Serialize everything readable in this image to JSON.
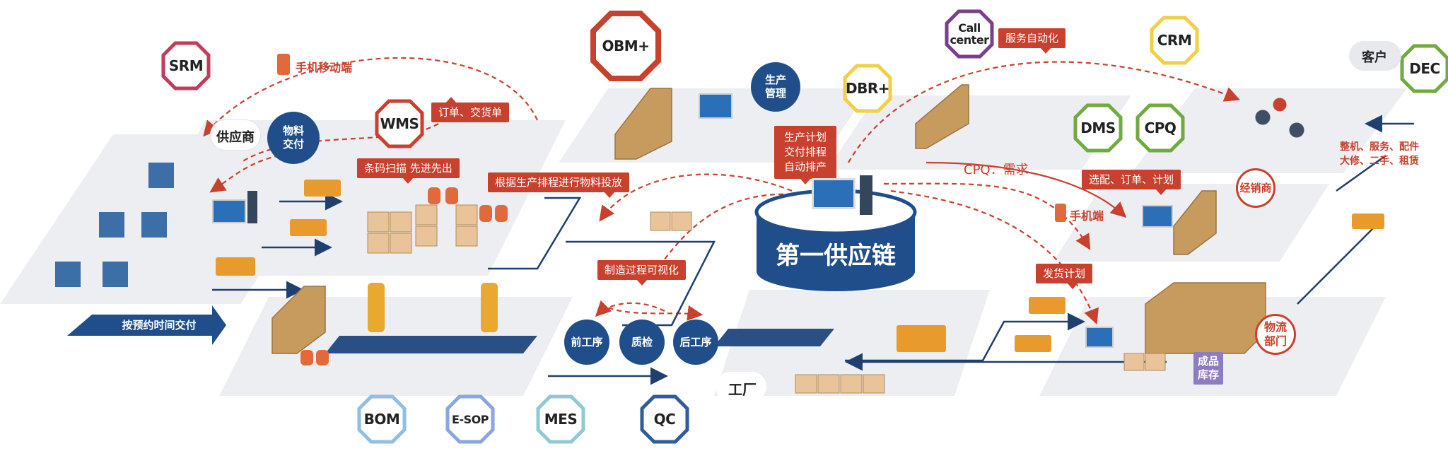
{
  "systems": {
    "srm": "SRM",
    "wms": "WMS",
    "obm": "OBM+",
    "dbr": "DBR+",
    "call": "Call center",
    "crm": "CRM",
    "dms": "DMS",
    "cpq": "CPQ",
    "dec": "DEC",
    "bom": "BOM",
    "esop": "E-SOP",
    "mes": "MES",
    "qc": "QC"
  },
  "labels": {
    "mobile_top": "手机移动端",
    "order_delivery": "订单、交货单",
    "supplier": "供应商",
    "material_delivery": "物料交付",
    "barcode": "条码扫描 先进先出",
    "schedule_release": "根据生产排程进行物料投放",
    "production_mgmt": "生产管理",
    "plan": "生产计划\n交付排程\n自动排产",
    "service_auto": "服务自动化",
    "customer": "客户",
    "cpq_demand": "CPQ：需求",
    "mobile_right": "手机端",
    "selection": "选配、订单、计划",
    "dealer": "经销商",
    "after_sales": "整机、服务、配件\n大修、二手、租赁",
    "center_title": "第一供应链",
    "visual": "制造过程可视化",
    "pre_process": "前工序",
    "inspection": "质检",
    "post_process": "后工序",
    "factory": "工厂",
    "ship_plan": "发货计划",
    "logistics": "物流\n部门",
    "finished_stock": "成品\n库存",
    "on_time": "按预约时间交付"
  },
  "colors": {
    "accent_red": "#c8412e",
    "navy": "#1f4e8a",
    "platform": "#eceef1"
  },
  "icons": [
    "phone-icon",
    "computer-icon",
    "truck-icon",
    "robot-arm-icon",
    "shelf-icon",
    "people-icon",
    "boxes-icon",
    "forklift-icon"
  ]
}
